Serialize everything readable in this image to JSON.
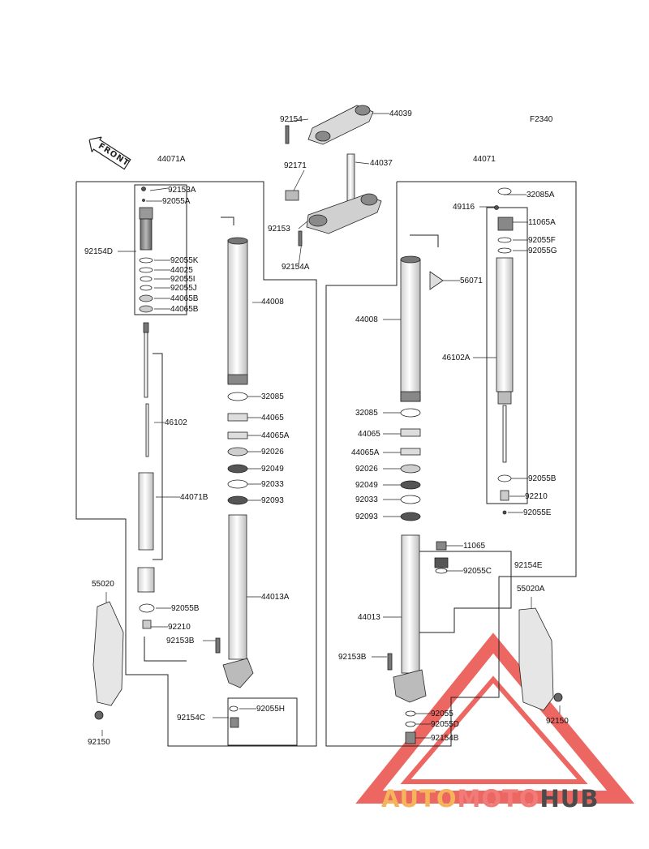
{
  "figure_code": "F2340",
  "front_label": "FRONT",
  "brand": {
    "part1": "AUTO",
    "part2": "MOTO",
    "part3": "HUB"
  },
  "colors": {
    "line": "#222222",
    "watermark_red": "#e8403b",
    "watermark_orange": "#f5b35a",
    "watermark_gray": "#4b4b4b"
  },
  "top_labels": [
    "92154",
    "44039",
    "92171",
    "44037",
    "92153",
    "92154A"
  ],
  "left_labels": [
    "44071A",
    "92153A",
    "92055A",
    "92154D",
    "92055K",
    "44025",
    "92055I",
    "92055J",
    "44065B",
    "44065B",
    "46102",
    "44071B",
    "55020",
    "92055B",
    "92210",
    "92153B",
    "92150",
    "92154C",
    "92055H"
  ],
  "center_left_labels": [
    "44008",
    "32085",
    "44065",
    "44065A",
    "92026",
    "92049",
    "92033",
    "92093",
    "44013A"
  ],
  "right_labels": [
    "44071",
    "32085A",
    "49116",
    "11065A",
    "92055F",
    "92055G",
    "56071",
    "46102A",
    "92055B",
    "92210",
    "92055E",
    "11065",
    "92154E",
    "92055C",
    "55020A",
    "92150"
  ],
  "center_right_labels": [
    "44008",
    "32085",
    "44065",
    "44065A",
    "92026",
    "92049",
    "92033",
    "92093",
    "44013",
    "92153B",
    "92055",
    "92055D",
    "92154B"
  ]
}
